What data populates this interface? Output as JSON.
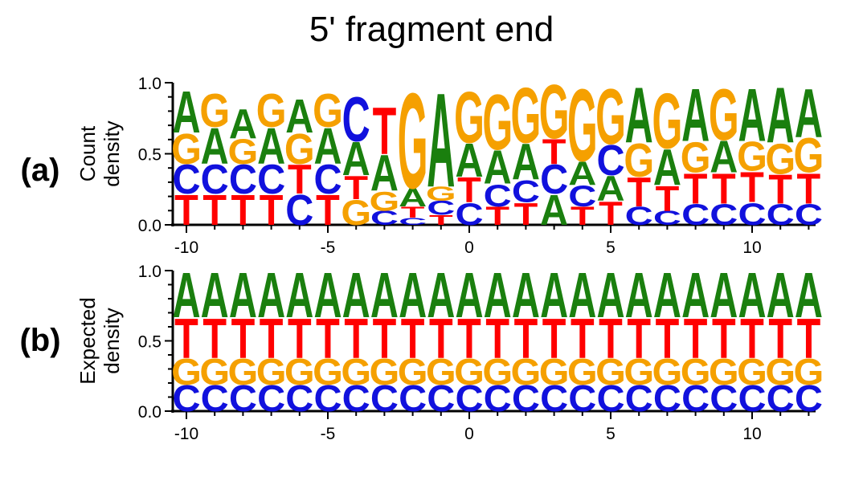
{
  "title": "5' fragment end",
  "colors": {
    "A": "#1a7f0e",
    "C": "#1111dd",
    "G": "#f5a000",
    "T": "#ff0000"
  },
  "chart_data": [
    {
      "type": "sequence-logo",
      "panel_label": "(a)",
      "ylabel": [
        "Count",
        "density"
      ],
      "xlim": [
        -10,
        12
      ],
      "ylim": [
        0,
        1
      ],
      "xticks": [
        -10,
        -5,
        0,
        5,
        10
      ],
      "yticks": [
        "0.0",
        "0.5",
        "1.0"
      ],
      "positions": [
        {
          "x": -10,
          "stack": [
            [
              "T",
              0.22
            ],
            [
              "C",
              0.21
            ],
            [
              "G",
              0.22
            ],
            [
              "A",
              0.3
            ]
          ]
        },
        {
          "x": -9,
          "stack": [
            [
              "T",
              0.22
            ],
            [
              "C",
              0.21
            ],
            [
              "A",
              0.26
            ],
            [
              "G",
              0.24
            ]
          ]
        },
        {
          "x": -8,
          "stack": [
            [
              "T",
              0.22
            ],
            [
              "C",
              0.21
            ],
            [
              "G",
              0.18
            ],
            [
              "A",
              0.21
            ]
          ]
        },
        {
          "x": -7,
          "stack": [
            [
              "T",
              0.22
            ],
            [
              "C",
              0.21
            ],
            [
              "A",
              0.26
            ],
            [
              "G",
              0.24
            ]
          ]
        },
        {
          "x": -6,
          "stack": [
            [
              "C",
              0.22
            ],
            [
              "T",
              0.21
            ],
            [
              "G",
              0.22
            ],
            [
              "A",
              0.24
            ]
          ]
        },
        {
          "x": -5,
          "stack": [
            [
              "T",
              0.22
            ],
            [
              "C",
              0.21
            ],
            [
              "A",
              0.26
            ],
            [
              "G",
              0.24
            ]
          ]
        },
        {
          "x": -4,
          "stack": [
            [
              "G",
              0.18
            ],
            [
              "T",
              0.17
            ],
            [
              "A",
              0.24
            ],
            [
              "C",
              0.32
            ]
          ]
        },
        {
          "x": -3,
          "stack": [
            [
              "C",
              0.1
            ],
            [
              "G",
              0.14
            ],
            [
              "A",
              0.26
            ],
            [
              "T",
              0.34
            ]
          ]
        },
        {
          "x": -2,
          "stack": [
            [
              "C",
              0.05
            ],
            [
              "T",
              0.08
            ],
            [
              "A",
              0.13
            ],
            [
              "G",
              0.69
            ]
          ]
        },
        {
          "x": -1,
          "stack": [
            [
              "T",
              0.07
            ],
            [
              "C",
              0.1
            ],
            [
              "G",
              0.1
            ],
            [
              "A",
              0.68
            ]
          ]
        },
        {
          "x": 0,
          "stack": [
            [
              "C",
              0.16
            ],
            [
              "T",
              0.18
            ],
            [
              "A",
              0.24
            ],
            [
              "G",
              0.37
            ]
          ]
        },
        {
          "x": 1,
          "stack": [
            [
              "T",
              0.13
            ],
            [
              "C",
              0.16
            ],
            [
              "A",
              0.24
            ],
            [
              "G",
              0.4
            ]
          ]
        },
        {
          "x": 2,
          "stack": [
            [
              "T",
              0.16
            ],
            [
              "C",
              0.16
            ],
            [
              "A",
              0.26
            ],
            [
              "G",
              0.4
            ]
          ]
        },
        {
          "x": 3,
          "stack": [
            [
              "A",
              0.22
            ],
            [
              "C",
              0.21
            ],
            [
              "T",
              0.18
            ],
            [
              "G",
              0.39
            ]
          ]
        },
        {
          "x": 4,
          "stack": [
            [
              "T",
              0.13
            ],
            [
              "C",
              0.15
            ],
            [
              "A",
              0.17
            ],
            [
              "G",
              0.52
            ]
          ]
        },
        {
          "x": 5,
          "stack": [
            [
              "T",
              0.17
            ],
            [
              "A",
              0.18
            ],
            [
              "C",
              0.22
            ],
            [
              "G",
              0.4
            ]
          ]
        },
        {
          "x": 6,
          "stack": [
            [
              "C",
              0.13
            ],
            [
              "T",
              0.21
            ],
            [
              "G",
              0.24
            ],
            [
              "A",
              0.4
            ]
          ]
        },
        {
          "x": 7,
          "stack": [
            [
              "C",
              0.1
            ],
            [
              "T",
              0.18
            ],
            [
              "A",
              0.26
            ],
            [
              "G",
              0.4
            ]
          ]
        },
        {
          "x": 8,
          "stack": [
            [
              "C",
              0.15
            ],
            [
              "T",
              0.22
            ],
            [
              "G",
              0.22
            ],
            [
              "A",
              0.38
            ]
          ]
        },
        {
          "x": 9,
          "stack": [
            [
              "C",
              0.15
            ],
            [
              "T",
              0.22
            ],
            [
              "A",
              0.23
            ],
            [
              "G",
              0.37
            ]
          ]
        },
        {
          "x": 10,
          "stack": [
            [
              "C",
              0.16
            ],
            [
              "T",
              0.22
            ],
            [
              "G",
              0.21
            ],
            [
              "A",
              0.38
            ]
          ]
        },
        {
          "x": 11,
          "stack": [
            [
              "C",
              0.15
            ],
            [
              "T",
              0.21
            ],
            [
              "G",
              0.22
            ],
            [
              "A",
              0.4
            ]
          ]
        },
        {
          "x": 12,
          "stack": [
            [
              "C",
              0.15
            ],
            [
              "T",
              0.22
            ],
            [
              "G",
              0.25
            ],
            [
              "A",
              0.35
            ]
          ]
        }
      ]
    },
    {
      "type": "sequence-logo",
      "panel_label": "(b)",
      "ylabel": [
        "Expected",
        "density"
      ],
      "xlim": [
        -10,
        12
      ],
      "ylim": [
        0,
        1
      ],
      "xticks": [
        -10,
        -5,
        0,
        5,
        10
      ],
      "yticks": [
        "0.0",
        "0.5",
        "1.0"
      ],
      "uniform_stack": [
        [
          "C",
          0.19
        ],
        [
          "G",
          0.19
        ],
        [
          "T",
          0.29
        ],
        [
          "A",
          0.33
        ]
      ]
    }
  ]
}
